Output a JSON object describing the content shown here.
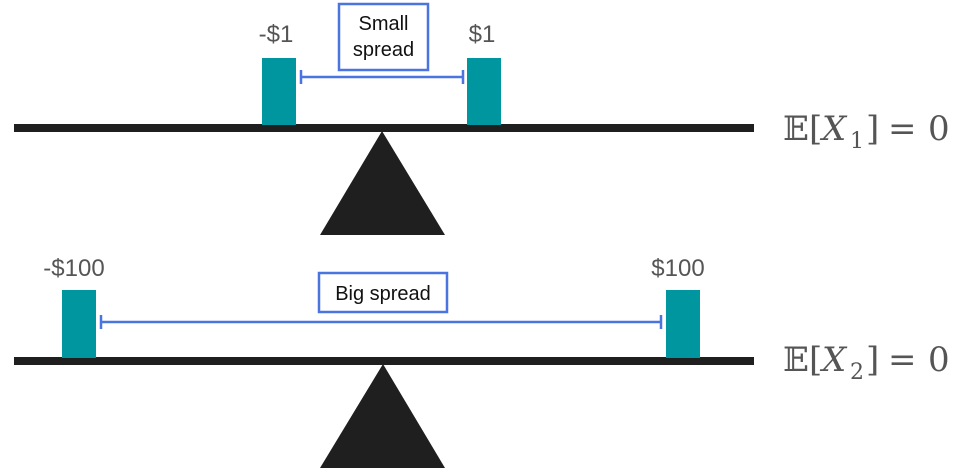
{
  "colors": {
    "weight": "#00969f",
    "beam": "#1f1f1f",
    "fulcrum": "#1f1f1f",
    "spread_line": "#4a74e0",
    "box_border": "#4a74e0",
    "label": "#555555"
  },
  "seesaw1": {
    "left_label": "-$1",
    "right_label": "$1",
    "spread_label_line1": "Small",
    "spread_label_line2": "spread",
    "expectation": {
      "E": "𝔼",
      "open": "[",
      "var": "X",
      "sub": "1",
      "close": "]",
      "eq": "=",
      "val": "0"
    }
  },
  "seesaw2": {
    "left_label": "-$100",
    "right_label": "$100",
    "spread_label": "Big spread",
    "expectation": {
      "E": "𝔼",
      "open": "[",
      "var": "X",
      "sub": "2",
      "close": "]",
      "eq": "=",
      "val": "0"
    }
  }
}
